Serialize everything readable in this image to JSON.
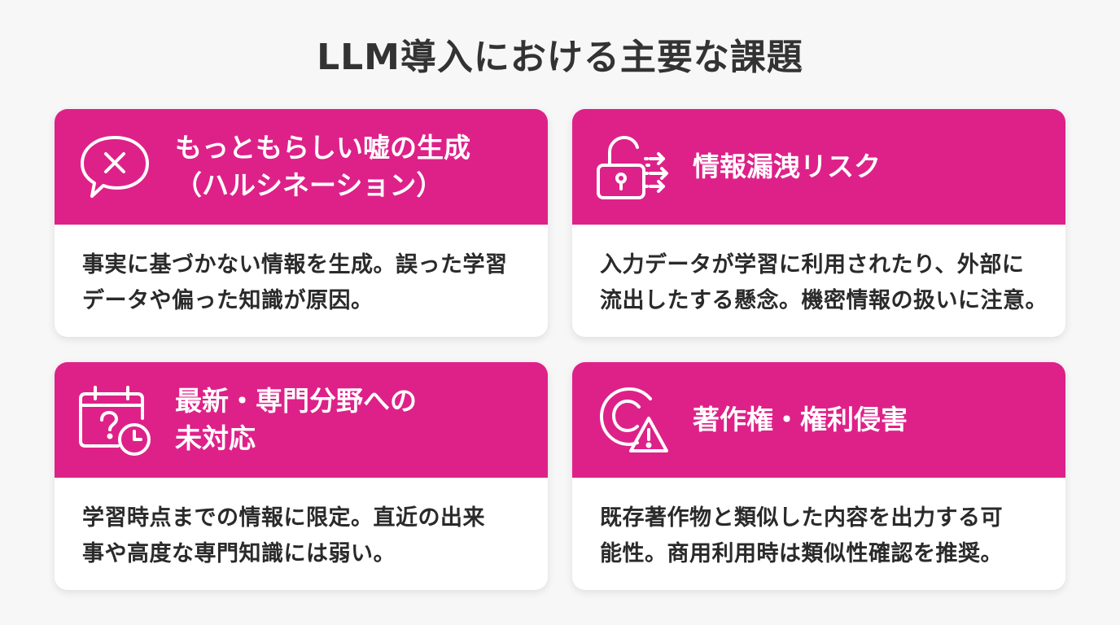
{
  "page": {
    "title": "LLM導入における主要な課題"
  },
  "colors": {
    "accent": "#de2189",
    "card_bg": "#ffffff",
    "page_bg": "#f7f7f7",
    "text": "#2a2a2a"
  },
  "cards": [
    {
      "icon": "speech-bubble-x-icon",
      "title_lines": [
        "もっともらしい嘘の生成",
        "（ハルシネーション）"
      ],
      "body_lines": [
        "事実に基づかない情報を生成。誤った学習",
        "データや偏った知識が原因。"
      ]
    },
    {
      "icon": "unlocked-padlock-arrows-icon",
      "title_lines": [
        "情報漏洩リスク"
      ],
      "body_lines": [
        "入力データが学習に利用されたり、外部に",
        "流出したする懸念。機密情報の扱いに注意。"
      ]
    },
    {
      "icon": "calendar-question-clock-icon",
      "title_lines": [
        "最新・専門分野への",
        "未対応"
      ],
      "body_lines": [
        "学習時点までの情報に限定。直近の出来",
        "事や高度な専門知識には弱い。"
      ]
    },
    {
      "icon": "copyright-warning-icon",
      "title_lines": [
        "著作権・権利侵害"
      ],
      "body_lines": [
        "既存著作物と類似した内容を出力する可",
        "能性。商用利用時は類似性確認を推奨。"
      ]
    }
  ]
}
